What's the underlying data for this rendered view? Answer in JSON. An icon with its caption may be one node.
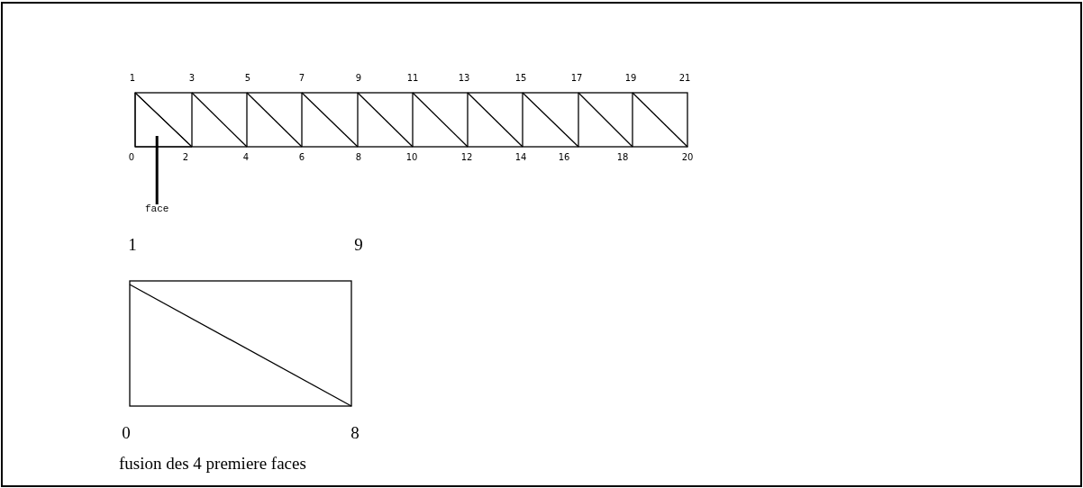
{
  "diagram": {
    "nodes": [
      {
        "text": [
          "face"
        ]
      },
      {
        "text": [],
        "shape": "triangle"
      }
    ],
    "edges": [
      {
        "from": 0,
        "to": 1,
        "arrow": "none"
      }
    ],
    "labels": [
      "1",
      "3",
      "5",
      "7",
      "9",
      "11",
      "13",
      "15",
      "17",
      "19",
      "21",
      "0",
      "2",
      "4",
      "6",
      "8",
      "10",
      "12",
      "14",
      "16",
      "18",
      "20",
      "1",
      "9",
      "0",
      "8",
      "fusion des 4 premiere faces"
    ]
  }
}
